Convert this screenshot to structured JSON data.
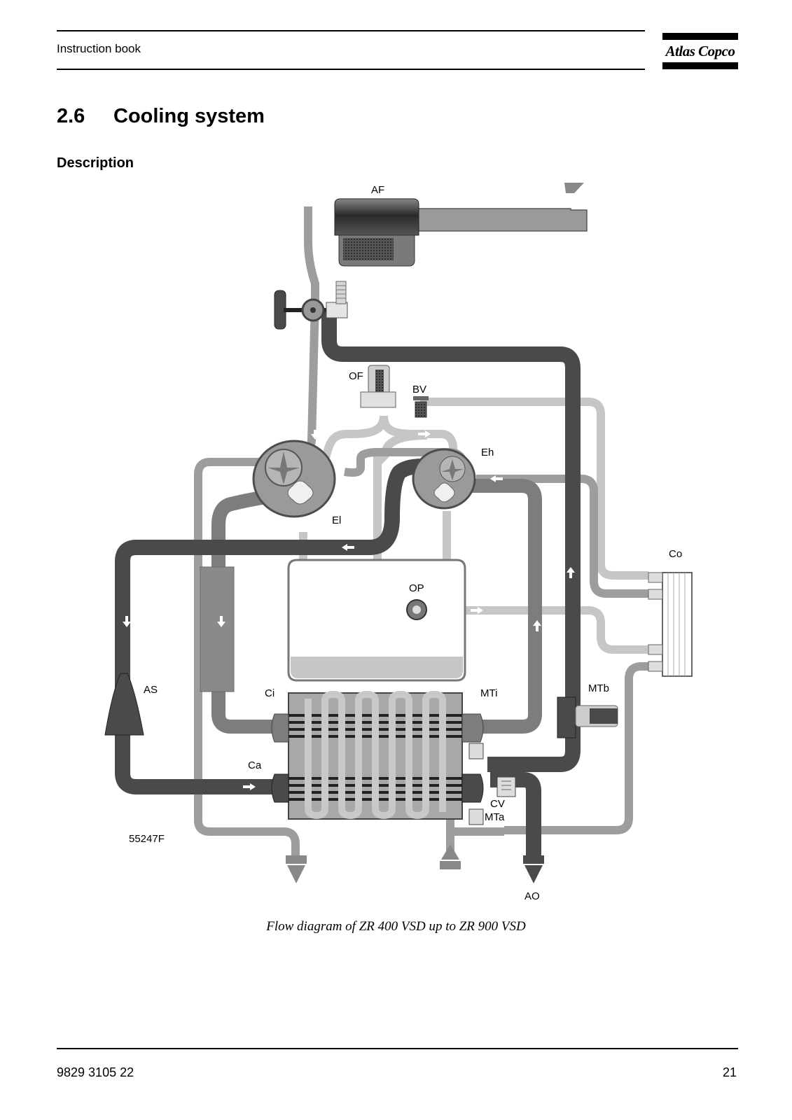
{
  "header": {
    "title": "Instruction book",
    "brand": "Atlas Copco"
  },
  "section": {
    "number": "2.6",
    "title": "Cooling system",
    "subheading": "Description"
  },
  "diagram": {
    "labels": {
      "AF": "AF",
      "OF": "OF",
      "BV": "BV",
      "Eh": "Eh",
      "El": "El",
      "Co": "Co",
      "OP": "OP",
      "AS": "AS",
      "Ci": "Ci",
      "MTi": "MTi",
      "MTb": "MTb",
      "Ca": "Ca",
      "CV": "CV",
      "MTa": "MTa",
      "AO": "AO",
      "id": "55247F"
    },
    "colors": {
      "air": "#4a4a4a",
      "water_hot": "#7d7d7d",
      "water_cold": "#a0a0a0",
      "oil": "#c6c6c6"
    },
    "caption": "Flow diagram of ZR 400 VSD up to ZR 900 VSD"
  },
  "footer": {
    "doc_number": "9829 3105 22",
    "page": "21"
  }
}
